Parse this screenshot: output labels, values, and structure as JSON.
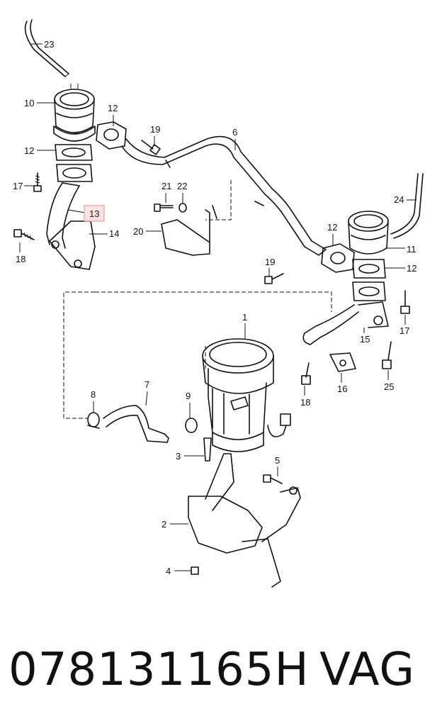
{
  "callouts": {
    "c1": "1",
    "c2": "2",
    "c3": "3",
    "c4": "4",
    "c5": "5",
    "c6": "6",
    "c7": "7",
    "c8": "8",
    "c9": "9",
    "c10": "10",
    "c11": "11",
    "c12a": "12",
    "c12b": "12",
    "c12c": "12",
    "c12d": "12",
    "c13": "13",
    "c14": "14",
    "c15": "15",
    "c16": "16",
    "c17a": "17",
    "c17b": "17",
    "c18a": "18",
    "c18b": "18",
    "c19a": "19",
    "c19b": "19",
    "c20": "20",
    "c21": "21",
    "c22": "22",
    "c23": "23",
    "c24": "24",
    "c25": "25"
  },
  "highlight_color": "#e88a8a",
  "caption": {
    "part_number": "078131165H",
    "brand": "VAG"
  }
}
